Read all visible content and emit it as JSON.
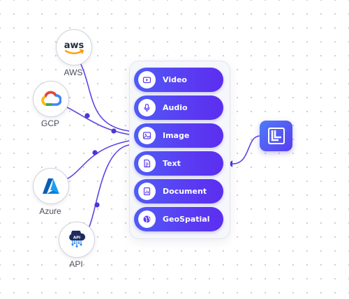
{
  "sources": [
    {
      "id": "aws",
      "label": "AWS",
      "icon": "aws-logo-icon",
      "logo_text": "aws"
    },
    {
      "id": "gcp",
      "label": "GCP",
      "icon": "google-cloud-icon"
    },
    {
      "id": "azure",
      "label": "Azure",
      "icon": "azure-icon"
    },
    {
      "id": "api",
      "label": "API",
      "icon": "api-cloud-icon",
      "logo_text": "API"
    }
  ],
  "data_types": [
    {
      "label": "Video",
      "icon": "video-icon"
    },
    {
      "label": "Audio",
      "icon": "microphone-icon"
    },
    {
      "label": "Image",
      "icon": "image-icon"
    },
    {
      "label": "Text",
      "icon": "text-document-icon"
    },
    {
      "label": "Document",
      "icon": "document-icon"
    },
    {
      "label": "GeoSpatial",
      "icon": "globe-icon"
    }
  ],
  "target": {
    "icon": "labellerr-logo-icon"
  },
  "colors": {
    "accent": "#5a3cf2",
    "accent_light": "#4f5df6",
    "wire": "#5b45e6",
    "azure_blue": "#0a7cd4",
    "api_navy": "#1f2b5c"
  }
}
